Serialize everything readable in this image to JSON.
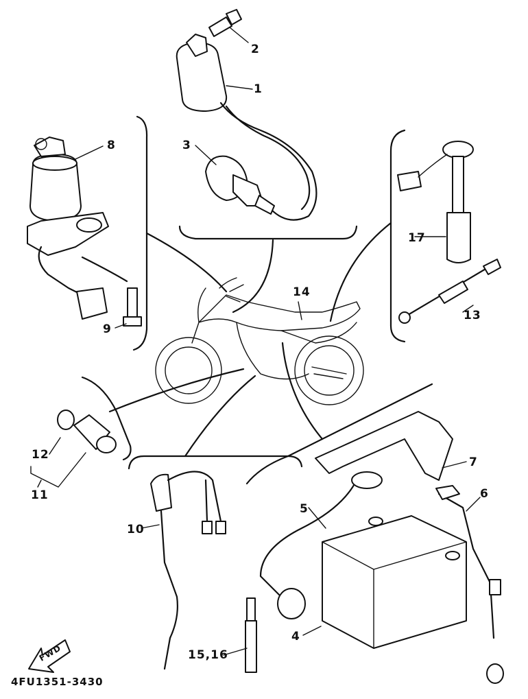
{
  "diagram": {
    "title": "Electrical parts diagram",
    "drawing_code": "4FU1351-3430",
    "forward_arrow_label": "FWD",
    "callouts": [
      {
        "id": "1",
        "label": "1",
        "part": "ignition coil"
      },
      {
        "id": "2",
        "label": "2",
        "part": "bolt"
      },
      {
        "id": "3",
        "label": "3",
        "part": "spark plug cap"
      },
      {
        "id": "4",
        "label": "4",
        "part": "battery"
      },
      {
        "id": "5",
        "label": "5",
        "part": "battery breather/lead"
      },
      {
        "id": "6",
        "label": "6",
        "part": "battery negative lead"
      },
      {
        "id": "7",
        "label": "7",
        "part": "battery band"
      },
      {
        "id": "8",
        "label": "8",
        "part": "main switch"
      },
      {
        "id": "9",
        "label": "9",
        "part": "bolt"
      },
      {
        "id": "10",
        "label": "10",
        "part": "starter relay / fuse holder"
      },
      {
        "id": "11",
        "label": "11",
        "part": "neutral switch assy"
      },
      {
        "id": "12",
        "label": "12",
        "part": "gasket"
      },
      {
        "id": "13",
        "label": "13",
        "part": "lead"
      },
      {
        "id": "14",
        "label": "14",
        "part": "wire harness"
      },
      {
        "id": "15_16",
        "label": "15,16",
        "part": "band"
      },
      {
        "id": "17",
        "label": "17",
        "part": "fuel sender/sensor"
      }
    ]
  }
}
